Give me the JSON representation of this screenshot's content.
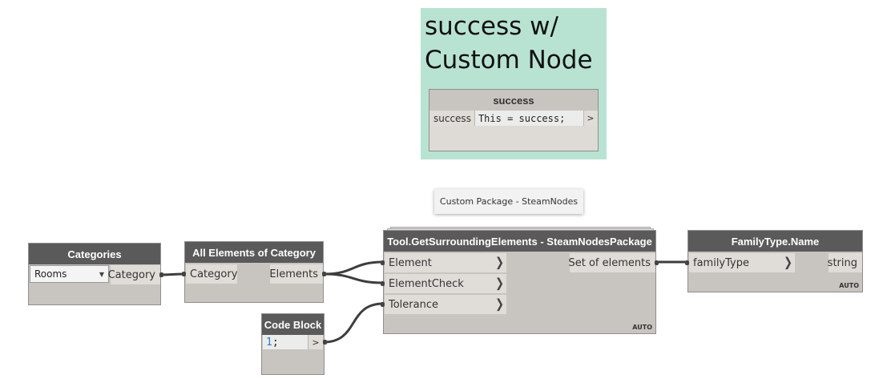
{
  "group": {
    "title": "success w/ Custom Node",
    "color": "#b8e3d3"
  },
  "success_node": {
    "title": "success",
    "input_label": "success",
    "code": "This = success;",
    "output_label": ">"
  },
  "tooltip": {
    "text": "Custom Package - SteamNodes"
  },
  "categories_node": {
    "title": "Categories",
    "dropdown_value": "Rooms",
    "output_label": "Category"
  },
  "all_elements_node": {
    "title": "All Elements of Category",
    "input_label": "Category",
    "output_label": "Elements"
  },
  "code_block_node": {
    "title": "Code Block",
    "code_number": "1",
    "code_terminator": ";",
    "output_label": ">"
  },
  "surrounding_node": {
    "title": "Tool.GetSurroundingElements - SteamNodesPackage",
    "inputs": [
      "Element",
      "ElementCheck",
      "Tolerance"
    ],
    "output_label": "Set of elements",
    "lacing": "AUTO"
  },
  "family_type_node": {
    "title": "FamilyType.Name",
    "input_label": "familyType",
    "output_label": "string",
    "lacing": "AUTO"
  },
  "icons": {
    "input_chevron": "chevron-right-icon",
    "dropdown": "chevron-down-icon"
  }
}
